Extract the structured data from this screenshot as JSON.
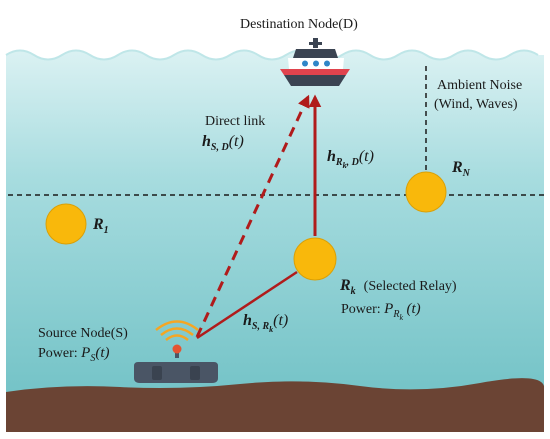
{
  "diagram": {
    "labels": {
      "destination": "Destination Node(D)",
      "ambient_line1": "Ambient Noise",
      "ambient_line2": "(Wind, Waves)",
      "direct_link": "Direct link",
      "h_sd": "h",
      "h_sd_sub": "S, D",
      "h_sd_arg": "(t)",
      "h_rd": "h",
      "h_rd_sub_main": "R",
      "h_rd_sub_sub": "k",
      "h_rd_sub_tail": ", D",
      "h_rd_arg": "(t)",
      "relay_n_main": "R",
      "relay_n_sub": "N",
      "relay_1_main": "R",
      "relay_1_sub": "1",
      "relay_k_main": "R",
      "relay_k_sub": "k",
      "relay_k_desc": "(Selected Relay)",
      "relay_power_label": "Power: ",
      "relay_power_P": "P",
      "relay_power_sub_main": "R",
      "relay_power_sub_sub": "k",
      "relay_power_arg": "(t)",
      "h_sr": "h",
      "h_sr_sub_main": "S, R",
      "h_sr_sub_sub": "k",
      "h_sr_arg": "(t)",
      "source_line1": "Source Node(S)",
      "source_power_label": "Power: ",
      "source_power_P": "P",
      "source_power_sub": "S",
      "source_power_arg": "(t)"
    },
    "colors": {
      "water_top": "#ffffff",
      "water_bottom": "#74c3c7",
      "seabed": "#6b4434",
      "relay_fill": "#f9b80b",
      "link_color": "#b01b1b",
      "ship_hull": "#3b4452",
      "ship_cabin": "#ffffff",
      "ship_stripe": "#e0434d",
      "window": "#2f86c8",
      "source_device": "#4a5565",
      "signal": "#f5a623",
      "source_dot": "#e55331"
    }
  }
}
